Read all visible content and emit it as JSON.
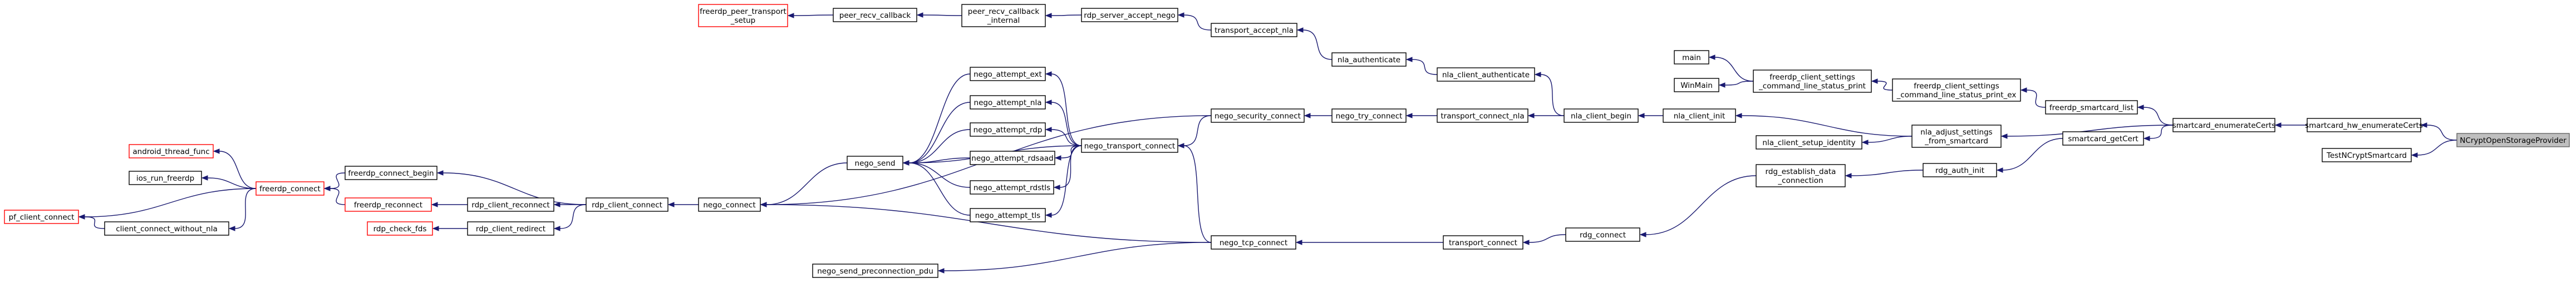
{
  "nodes": [
    {
      "id": "freerdp_peer_transport_setup",
      "lines": [
        "freerdp_peer_transport",
        "_setup"
      ],
      "style": "red"
    },
    {
      "id": "peer_recv_callback",
      "lines": [
        "peer_recv_callback"
      ],
      "style": "normal"
    },
    {
      "id": "peer_recv_callback_internal",
      "lines": [
        "peer_recv_callback",
        "_internal"
      ],
      "style": "normal"
    },
    {
      "id": "rdp_server_accept_nego",
      "lines": [
        "rdp_server_accept_nego"
      ],
      "style": "normal"
    },
    {
      "id": "transport_accept_nla",
      "lines": [
        "transport_accept_nla"
      ],
      "style": "normal"
    },
    {
      "id": "nla_authenticate",
      "lines": [
        "nla_authenticate"
      ],
      "style": "normal"
    },
    {
      "id": "nla_client_authenticate",
      "lines": [
        "nla_client_authenticate"
      ],
      "style": "normal"
    },
    {
      "id": "nla_client_begin",
      "lines": [
        "nla_client_begin"
      ],
      "style": "normal"
    },
    {
      "id": "nla_client_init",
      "lines": [
        "nla_client_init"
      ],
      "style": "normal"
    },
    {
      "id": "nla_client_setup_identity",
      "lines": [
        "nla_client_setup_identity"
      ],
      "style": "normal"
    },
    {
      "id": "nla_adjust_settings_from_smartcard",
      "lines": [
        "nla_adjust_settings",
        "_from_smartcard"
      ],
      "style": "normal"
    },
    {
      "id": "transport_connect_nla",
      "lines": [
        "transport_connect_nla"
      ],
      "style": "normal"
    },
    {
      "id": "nego_try_connect",
      "lines": [
        "nego_try_connect"
      ],
      "style": "normal"
    },
    {
      "id": "nego_security_connect",
      "lines": [
        "nego_security_connect"
      ],
      "style": "normal"
    },
    {
      "id": "nego_transport_connect",
      "lines": [
        "nego_transport_connect"
      ],
      "style": "normal"
    },
    {
      "id": "nego_attempt_ext",
      "lines": [
        "nego_attempt_ext"
      ],
      "style": "normal"
    },
    {
      "id": "nego_attempt_nla",
      "lines": [
        "nego_attempt_nla"
      ],
      "style": "normal"
    },
    {
      "id": "nego_attempt_rdp",
      "lines": [
        "nego_attempt_rdp"
      ],
      "style": "normal"
    },
    {
      "id": "nego_attempt_rdsaad",
      "lines": [
        "nego_attempt_rdsaad"
      ],
      "style": "normal"
    },
    {
      "id": "nego_attempt_rdstls",
      "lines": [
        "nego_attempt_rdstls"
      ],
      "style": "normal"
    },
    {
      "id": "nego_attempt_tls",
      "lines": [
        "nego_attempt_tls"
      ],
      "style": "normal"
    },
    {
      "id": "nego_send",
      "lines": [
        "nego_send"
      ],
      "style": "normal"
    },
    {
      "id": "nego_connect",
      "lines": [
        "nego_connect"
      ],
      "style": "normal"
    },
    {
      "id": "nego_send_preconnection_pdu",
      "lines": [
        "nego_send_preconnection_pdu"
      ],
      "style": "normal"
    },
    {
      "id": "nego_tcp_connect",
      "lines": [
        "nego_tcp_connect"
      ],
      "style": "normal"
    },
    {
      "id": "transport_connect",
      "lines": [
        "transport_connect"
      ],
      "style": "normal"
    },
    {
      "id": "rdg_connect",
      "lines": [
        "rdg_connect"
      ],
      "style": "normal"
    },
    {
      "id": "rdg_establish_data_connection",
      "lines": [
        "rdg_establish_data",
        "_connection"
      ],
      "style": "normal"
    },
    {
      "id": "rdg_auth_init",
      "lines": [
        "rdg_auth_init"
      ],
      "style": "normal"
    },
    {
      "id": "smartcard_getCert",
      "lines": [
        "smartcard_getCert"
      ],
      "style": "normal"
    },
    {
      "id": "smartcard_enumerateCerts",
      "lines": [
        "smartcard_enumerateCerts"
      ],
      "style": "normal"
    },
    {
      "id": "smartcard_hw_enumerateCerts",
      "lines": [
        "smartcard_hw_enumerateCerts"
      ],
      "style": "normal"
    },
    {
      "id": "NCryptOpenStorageProvider",
      "lines": [
        "NCryptOpenStorageProvider"
      ],
      "style": "focus"
    },
    {
      "id": "TestNCryptSmartcard",
      "lines": [
        "TestNCryptSmartcard"
      ],
      "style": "normal"
    },
    {
      "id": "freerdp_smartcard_list",
      "lines": [
        "freerdp_smartcard_list"
      ],
      "style": "normal"
    },
    {
      "id": "freerdp_client_settings_command_line_status_print_ex",
      "lines": [
        "freerdp_client_settings",
        "_command_line_status_print_ex"
      ],
      "style": "normal"
    },
    {
      "id": "freerdp_client_settings_command_line_status_print",
      "lines": [
        "freerdp_client_settings",
        "_command_line_status_print"
      ],
      "style": "normal"
    },
    {
      "id": "main",
      "lines": [
        "main"
      ],
      "style": "normal"
    },
    {
      "id": "WinMain",
      "lines": [
        "WinMain"
      ],
      "style": "normal"
    },
    {
      "id": "rdp_client_connect",
      "lines": [
        "rdp_client_connect"
      ],
      "style": "normal"
    },
    {
      "id": "freerdp_connect_begin",
      "lines": [
        "freerdp_connect_begin"
      ],
      "style": "normal"
    },
    {
      "id": "rdp_client_reconnect",
      "lines": [
        "rdp_client_reconnect"
      ],
      "style": "normal"
    },
    {
      "id": "rdp_client_redirect",
      "lines": [
        "rdp_client_redirect"
      ],
      "style": "normal"
    },
    {
      "id": "freerdp_reconnect",
      "lines": [
        "freerdp_reconnect"
      ],
      "style": "red"
    },
    {
      "id": "rdp_check_fds",
      "lines": [
        "rdp_check_fds"
      ],
      "style": "red"
    },
    {
      "id": "freerdp_connect",
      "lines": [
        "freerdp_connect"
      ],
      "style": "red"
    },
    {
      "id": "android_thread_func",
      "lines": [
        "android_thread_func"
      ],
      "style": "red"
    },
    {
      "id": "ios_run_freerdp",
      "lines": [
        "ios_run_freerdp"
      ],
      "style": "normal"
    },
    {
      "id": "client_connect_without_nla",
      "lines": [
        "client_connect_without_nla"
      ],
      "style": "normal"
    },
    {
      "id": "pf_client_connect",
      "lines": [
        "pf_client_connect"
      ],
      "style": "red"
    }
  ],
  "edges": [
    [
      "freerdp_peer_transport_setup",
      "peer_recv_callback"
    ],
    [
      "peer_recv_callback",
      "peer_recv_callback_internal"
    ],
    [
      "peer_recv_callback_internal",
      "rdp_server_accept_nego"
    ],
    [
      "rdp_server_accept_nego",
      "transport_accept_nla"
    ],
    [
      "transport_accept_nla",
      "nla_authenticate"
    ],
    [
      "nla_authenticate",
      "nla_client_authenticate"
    ],
    [
      "nla_client_authenticate",
      "nla_client_begin"
    ],
    [
      "nla_client_begin",
      "nla_client_init"
    ],
    [
      "nla_client_init",
      "nla_adjust_settings_from_smartcard"
    ],
    [
      "nla_client_setup_identity",
      "nla_adjust_settings_from_smartcard"
    ],
    [
      "nla_adjust_settings_from_smartcard",
      "smartcard_enumerateCerts"
    ],
    [
      "transport_connect_nla",
      "nla_client_begin"
    ],
    [
      "nego_try_connect",
      "transport_connect_nla"
    ],
    [
      "nego_security_connect",
      "nego_try_connect"
    ],
    [
      "nego_transport_connect",
      "nego_security_connect"
    ],
    [
      "nego_transport_connect",
      "nego_tcp_connect"
    ],
    [
      "nego_attempt_ext",
      "nego_transport_connect"
    ],
    [
      "nego_attempt_nla",
      "nego_transport_connect"
    ],
    [
      "nego_attempt_rdp",
      "nego_transport_connect"
    ],
    [
      "nego_attempt_rdsaad",
      "nego_transport_connect"
    ],
    [
      "nego_attempt_rdstls",
      "nego_transport_connect"
    ],
    [
      "nego_attempt_tls",
      "nego_transport_connect"
    ],
    [
      "nego_send",
      "nego_attempt_ext"
    ],
    [
      "nego_send",
      "nego_attempt_nla"
    ],
    [
      "nego_send",
      "nego_attempt_rdp"
    ],
    [
      "nego_send",
      "nego_attempt_rdsaad"
    ],
    [
      "nego_send",
      "nego_attempt_rdstls"
    ],
    [
      "nego_send",
      "nego_attempt_tls"
    ],
    [
      "nego_send",
      "nego_transport_connect"
    ],
    [
      "nego_connect",
      "nego_send"
    ],
    [
      "nego_connect",
      "nego_security_connect"
    ],
    [
      "nego_connect",
      "nego_tcp_connect"
    ],
    [
      "nego_send_preconnection_pdu",
      "nego_tcp_connect"
    ],
    [
      "nego_tcp_connect",
      "transport_connect"
    ],
    [
      "transport_connect",
      "rdg_connect"
    ],
    [
      "rdg_connect",
      "rdg_establish_data_connection"
    ],
    [
      "rdg_establish_data_connection",
      "rdg_auth_init"
    ],
    [
      "rdg_auth_init",
      "smartcard_getCert"
    ],
    [
      "smartcard_getCert",
      "smartcard_enumerateCerts"
    ],
    [
      "smartcard_enumerateCerts",
      "smartcard_hw_enumerateCerts"
    ],
    [
      "smartcard_hw_enumerateCerts",
      "NCryptOpenStorageProvider"
    ],
    [
      "TestNCryptSmartcard",
      "NCryptOpenStorageProvider"
    ],
    [
      "freerdp_smartcard_list",
      "smartcard_enumerateCerts"
    ],
    [
      "freerdp_client_settings_command_line_status_print_ex",
      "freerdp_smartcard_list"
    ],
    [
      "freerdp_client_settings_command_line_status_print",
      "freerdp_client_settings_command_line_status_print_ex"
    ],
    [
      "main",
      "freerdp_client_settings_command_line_status_print"
    ],
    [
      "WinMain",
      "freerdp_client_settings_command_line_status_print"
    ],
    [
      "rdp_client_connect",
      "nego_connect"
    ],
    [
      "freerdp_connect_begin",
      "rdp_client_connect"
    ],
    [
      "rdp_client_reconnect",
      "rdp_client_connect"
    ],
    [
      "rdp_client_redirect",
      "rdp_client_connect"
    ],
    [
      "freerdp_reconnect",
      "rdp_client_reconnect"
    ],
    [
      "rdp_check_fds",
      "rdp_client_redirect"
    ],
    [
      "freerdp_connect",
      "freerdp_connect_begin"
    ],
    [
      "freerdp_connect",
      "freerdp_reconnect"
    ],
    [
      "android_thread_func",
      "freerdp_connect"
    ],
    [
      "ios_run_freerdp",
      "freerdp_connect"
    ],
    [
      "client_connect_without_nla",
      "freerdp_connect"
    ],
    [
      "pf_client_connect",
      "freerdp_connect"
    ],
    [
      "pf_client_connect",
      "client_connect_without_nla"
    ]
  ]
}
